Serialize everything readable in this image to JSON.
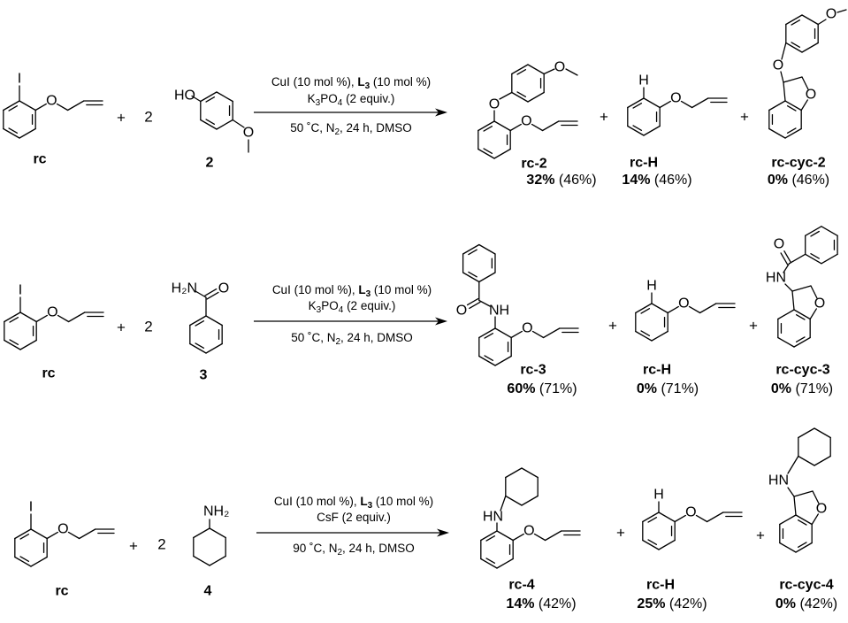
{
  "rows": [
    {
      "reactant": {
        "label": "rc",
        "atoms": [
          "I",
          "O"
        ]
      },
      "plus": "+",
      "equiv": "2",
      "nucleophile": {
        "label": "2",
        "atoms": [
          "HO",
          "O"
        ]
      },
      "conditions": {
        "line1": [
          {
            "text": "CuI (10 mol %), "
          },
          {
            "text": "L",
            "bold": true
          },
          {
            "text": "3",
            "bold": true,
            "sub": true
          },
          {
            "text": " (10 mol %)"
          }
        ],
        "line2": [
          {
            "text": "K"
          },
          {
            "text": "3",
            "sub": true
          },
          {
            "text": "PO"
          },
          {
            "text": "4",
            "sub": true
          },
          {
            "text": " (2 equiv.)"
          }
        ],
        "line3": [
          {
            "text": "50 ˚C, N"
          },
          {
            "text": "2",
            "sub": true
          },
          {
            "text": ", 24 h, DMSO"
          }
        ]
      },
      "products": [
        {
          "label": "rc-2",
          "yield": "32%",
          "conversion": "(46%)",
          "atoms": [
            "O",
            "O",
            "O"
          ]
        },
        {
          "label": "rc-H",
          "yield": "14%",
          "conversion": "(46%)",
          "atoms": [
            "H",
            "O"
          ]
        },
        {
          "label": "rc-cyc-2",
          "yield": "0%",
          "conversion": "(46%)",
          "atoms": [
            "O",
            "O",
            "O"
          ]
        }
      ],
      "plus_signs": [
        "+",
        "+"
      ]
    },
    {
      "reactant": {
        "label": "rc",
        "atoms": [
          "I",
          "O"
        ]
      },
      "plus": "+",
      "equiv": "2",
      "nucleophile": {
        "label": "3",
        "atoms": [
          "H₂N",
          "O"
        ]
      },
      "conditions": {
        "line1": [
          {
            "text": "CuI (10 mol %), "
          },
          {
            "text": "L",
            "bold": true
          },
          {
            "text": "3",
            "bold": true,
            "sub": true
          },
          {
            "text": " (10 mol %)"
          }
        ],
        "line2": [
          {
            "text": "K"
          },
          {
            "text": "3",
            "sub": true
          },
          {
            "text": "PO"
          },
          {
            "text": "4",
            "sub": true
          },
          {
            "text": " (2 equiv.)"
          }
        ],
        "line3": [
          {
            "text": "50 ˚C, N"
          },
          {
            "text": "2",
            "sub": true
          },
          {
            "text": ", 24 h, DMSO"
          }
        ]
      },
      "products": [
        {
          "label": "rc-3",
          "yield": "60%",
          "conversion": "(71%)",
          "atoms": [
            "NH",
            "O",
            "O"
          ]
        },
        {
          "label": "rc-H",
          "yield": "0%",
          "conversion": "(71%)",
          "atoms": [
            "H",
            "O"
          ]
        },
        {
          "label": "rc-cyc-3",
          "yield": "0%",
          "conversion": "(71%)",
          "atoms": [
            "HN",
            "O",
            "O"
          ]
        }
      ],
      "plus_signs": [
        "+",
        "+"
      ]
    },
    {
      "reactant": {
        "label": "rc",
        "atoms": [
          "I",
          "O"
        ]
      },
      "plus": "+",
      "equiv": "2",
      "nucleophile": {
        "label": "4",
        "atoms": [
          "NH₂"
        ]
      },
      "conditions": {
        "line1": [
          {
            "text": "CuI (10 mol %), "
          },
          {
            "text": "L",
            "bold": true
          },
          {
            "text": "3",
            "bold": true,
            "sub": true
          },
          {
            "text": " (10 mol %)"
          }
        ],
        "line2": [
          {
            "text": "CsF (2 equiv.)"
          }
        ],
        "line3": [
          {
            "text": "90 ˚C, N"
          },
          {
            "text": "2",
            "sub": true
          },
          {
            "text": ", 24 h, DMSO"
          }
        ]
      },
      "products": [
        {
          "label": "rc-4",
          "yield": "14%",
          "conversion": "(42%)",
          "atoms": [
            "HN",
            "O"
          ]
        },
        {
          "label": "rc-H",
          "yield": "25%",
          "conversion": "(42%)",
          "atoms": [
            "H",
            "O"
          ]
        },
        {
          "label": "rc-cyc-4",
          "yield": "0%",
          "conversion": "(42%)",
          "atoms": [
            "HN",
            "O"
          ]
        }
      ],
      "plus_signs": [
        "+",
        "+"
      ]
    }
  ]
}
